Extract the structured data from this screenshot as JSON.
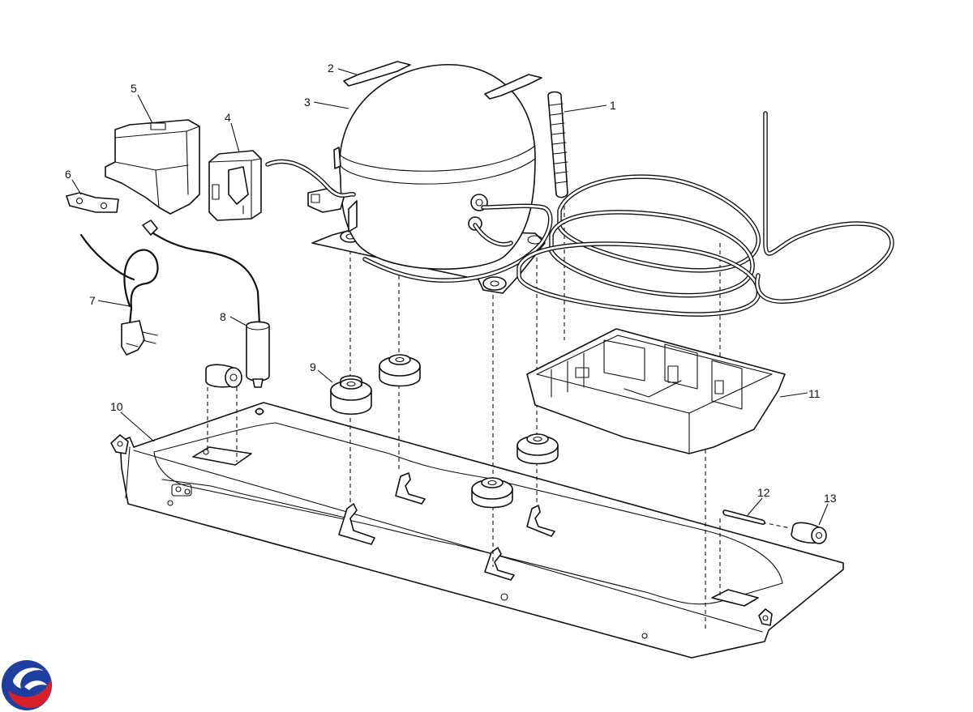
{
  "callouts": {
    "c1": "1",
    "c2": "2",
    "c3": "3",
    "c4": "4",
    "c5": "5",
    "c6": "6",
    "c7": "7",
    "c8": "8",
    "c9": "9",
    "c10": "10",
    "c11": "11",
    "c12": "12",
    "c13": "13"
  },
  "colors": {
    "line": "#111111",
    "background": "#ffffff",
    "logo_blue": "#1f3fa0",
    "logo_red": "#d6202a"
  },
  "icons": {
    "logo": "brand-logo-icon"
  }
}
